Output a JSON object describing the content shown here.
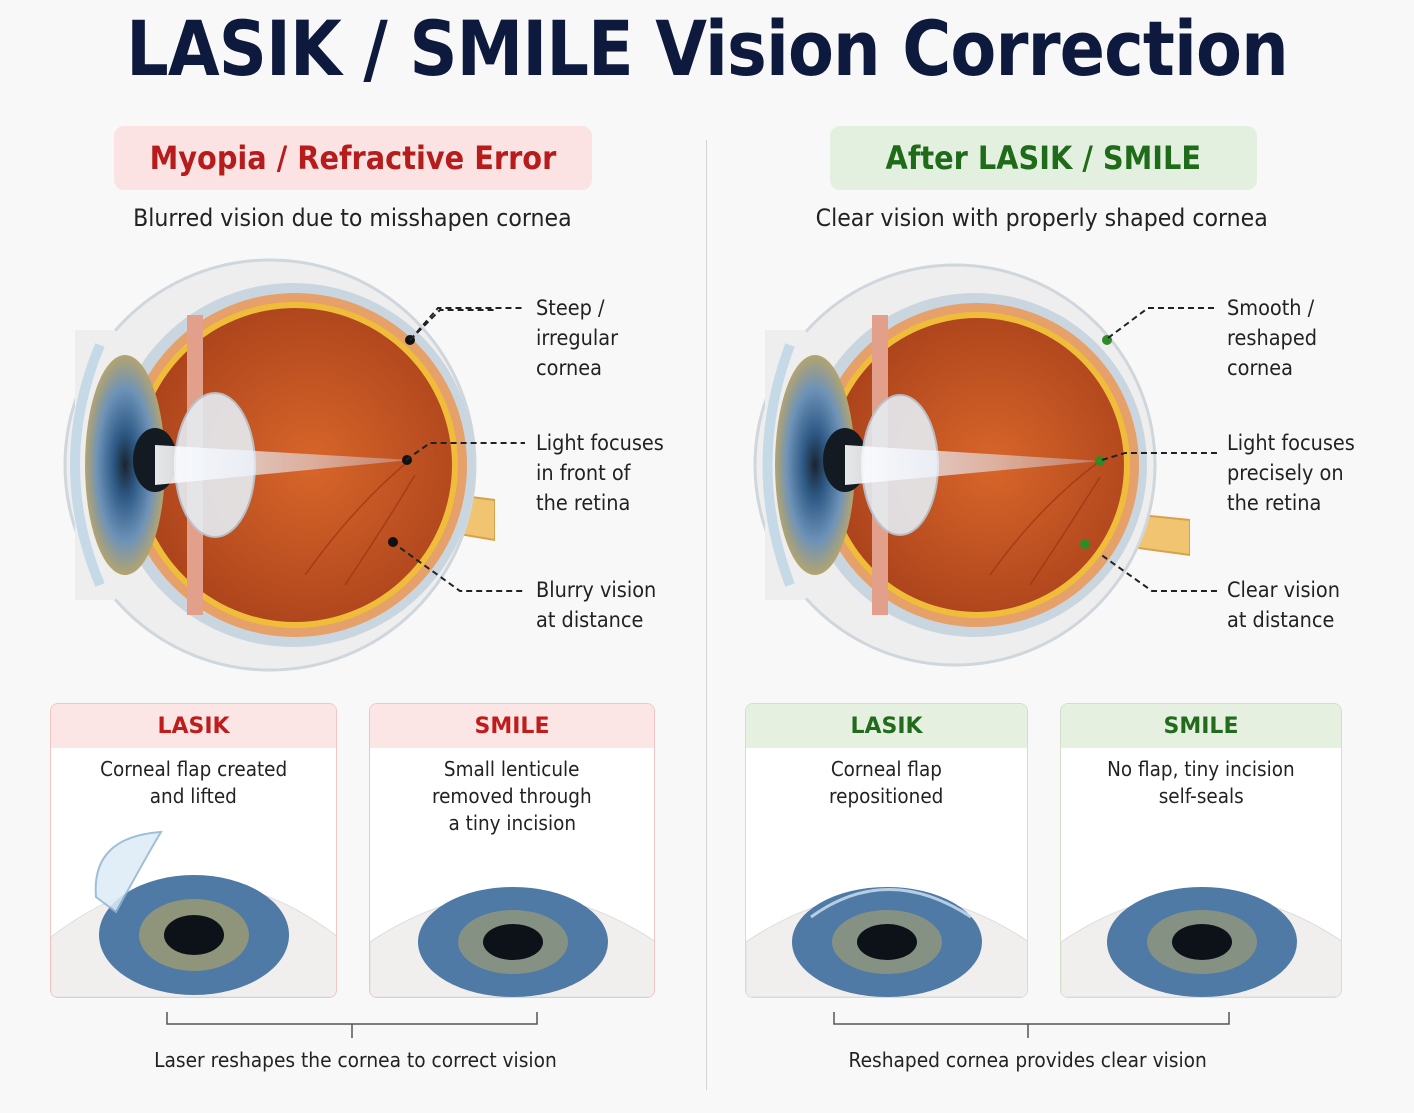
{
  "title": "LASIK / SMILE Vision Correction",
  "left": {
    "heading": "Myopia / Refractive Error",
    "subtitle": "Blurred vision due to misshapen cornea",
    "annotations": [
      [
        "Steep /",
        "irregular",
        "cornea"
      ],
      [
        "Light focuses",
        "in front of",
        "the retina"
      ],
      [
        "Blurry vision",
        "at distance"
      ]
    ],
    "cards": [
      {
        "title": "LASIK",
        "desc": [
          "Corneal flap created",
          "and lifted"
        ]
      },
      {
        "title": "SMILE",
        "desc": [
          "Small lenticule",
          "removed through",
          "a tiny incision"
        ]
      }
    ],
    "caption": "Laser reshapes the cornea to correct vision"
  },
  "right": {
    "heading": "After LASIK / SMILE",
    "subtitle": "Clear vision with properly shaped cornea",
    "annotations": [
      [
        "Smooth /",
        "reshaped",
        "cornea"
      ],
      [
        "Light focuses",
        "precisely on",
        "the retina"
      ],
      [
        "Clear vision",
        "at distance"
      ]
    ],
    "cards": [
      {
        "title": "LASIK",
        "desc": [
          "Corneal flap",
          "repositioned"
        ]
      },
      {
        "title": "SMILE",
        "desc": [
          "No flap, tiny incision",
          "self-seals"
        ]
      }
    ],
    "caption": "Reshaped cornea provides clear vision"
  },
  "colors": {
    "title": "#0e1a3d",
    "red_accent": "#c01c1c",
    "green_accent": "#236b1c",
    "retina": "#c8501e",
    "iris": "#4a78a8"
  }
}
